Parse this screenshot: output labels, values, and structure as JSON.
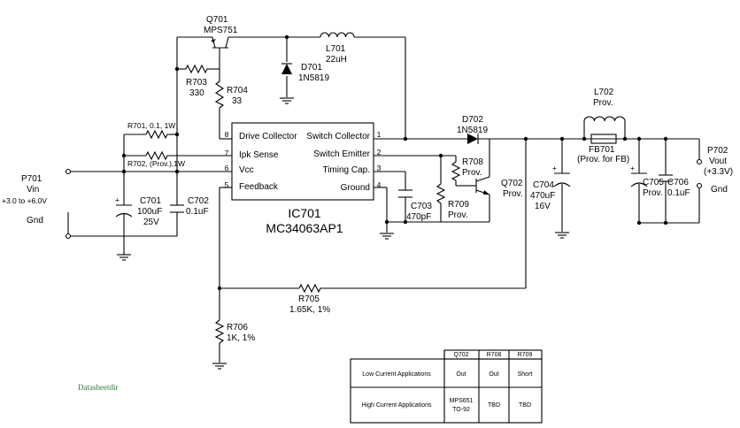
{
  "ic": {
    "ref": "IC701",
    "part": "MC34063AP1",
    "pins": [
      {
        "num": "8",
        "name": "Drive Collector"
      },
      {
        "num": "7",
        "name": "Ipk Sense"
      },
      {
        "num": "6",
        "name": "Vcc"
      },
      {
        "num": "5",
        "name": "Feedback"
      },
      {
        "num": "1",
        "name": "Switch Collector"
      },
      {
        "num": "2",
        "name": "Switch Emitter"
      },
      {
        "num": "3",
        "name": "Timing Cap."
      },
      {
        "num": "4",
        "name": "Ground"
      }
    ]
  },
  "components": {
    "q701": {
      "ref": "Q701",
      "value": "MPS751"
    },
    "l701": {
      "ref": "L701",
      "value": "22uH"
    },
    "d701": {
      "ref": "D701",
      "value": "1N5819"
    },
    "r703": {
      "ref": "R703",
      "value": "330"
    },
    "r704": {
      "ref": "R704",
      "value": "33"
    },
    "r701": {
      "label": "R701, 0.1, 1W"
    },
    "r702": {
      "label": "R702, (Prov.),1W"
    },
    "c701": {
      "ref": "C701",
      "value": "100uF",
      "voltage": "25V"
    },
    "c702": {
      "ref": "C702",
      "value": "0.1uF"
    },
    "d702": {
      "ref": "D702",
      "value": "1N5819"
    },
    "r708": {
      "ref": "R708",
      "value": "Prov."
    },
    "q702": {
      "ref": "Q702",
      "value": "Prov."
    },
    "c703": {
      "ref": "C703",
      "value": "470pF"
    },
    "r709": {
      "ref": "R709",
      "value": "Prov."
    },
    "l702": {
      "ref": "L702",
      "value": "Prov."
    },
    "fb701": {
      "ref": "FB701",
      "value": "(Prov. for FB)"
    },
    "c704": {
      "ref": "C704",
      "value": "470uF",
      "voltage": "16V"
    },
    "c705": {
      "ref": "C705",
      "value": "Prov."
    },
    "c706": {
      "ref": "C706",
      "value": "0.1uF"
    },
    "r705": {
      "ref": "R705",
      "value": "1.65K, 1%"
    },
    "r706": {
      "ref": "R706",
      "value": "1K, 1%"
    }
  },
  "connectors": {
    "p701": {
      "ref": "P701",
      "name": "Vin",
      "range": "+3.0 to +6.0V",
      "gnd": "Gnd"
    },
    "p702": {
      "ref": "P702",
      "name": "Vout",
      "value": "(+3.3V)",
      "gnd": "Gnd"
    }
  },
  "table": {
    "headers": [
      "Q702",
      "R708",
      "R709"
    ],
    "rows": [
      {
        "label": "Low Current Applications",
        "cells": [
          "Out",
          "Out",
          "Short"
        ]
      },
      {
        "label": "High Current Applications",
        "cells": [
          "MPS651",
          "TBD",
          "TBD"
        ],
        "cell_extra": "TO-92"
      }
    ]
  },
  "watermark": "Datasheetdir"
}
